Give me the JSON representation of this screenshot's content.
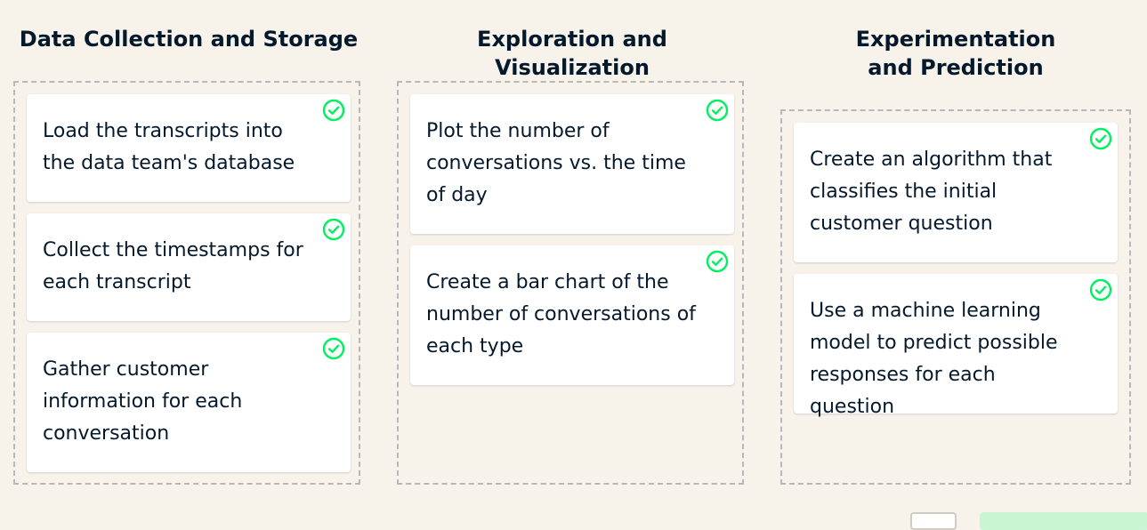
{
  "columns": [
    {
      "title": "Data Collection and Storage",
      "cards": [
        {
          "text": "Load the transcripts into the data team's database",
          "status": "correct"
        },
        {
          "text": "Collect the timestamps for each transcript",
          "status": "correct"
        },
        {
          "text": "Gather customer information for each conversation",
          "status": "correct"
        }
      ]
    },
    {
      "title": "Exploration and Visualization",
      "cards": [
        {
          "text": "Plot the number of conversations vs. the time of day",
          "status": "correct"
        },
        {
          "text": "Create a bar chart of the number of conversations of each type",
          "status": "correct"
        }
      ]
    },
    {
      "title": "Experimentation and Prediction",
      "cards": [
        {
          "text": "Create an algorithm that classifies the initial customer question",
          "status": "correct"
        },
        {
          "text": "Use a machine learning model to predict possible responses for each question",
          "status": "correct"
        }
      ]
    }
  ],
  "icons": {
    "card_status": "check-circle-icon"
  },
  "colors": {
    "background": "#f7f3eb",
    "card": "#ffffff",
    "text": "#05192d",
    "check": "#03ef62",
    "dashed_border": "#b8b8b8",
    "submit_button": "#c9f5d5"
  }
}
